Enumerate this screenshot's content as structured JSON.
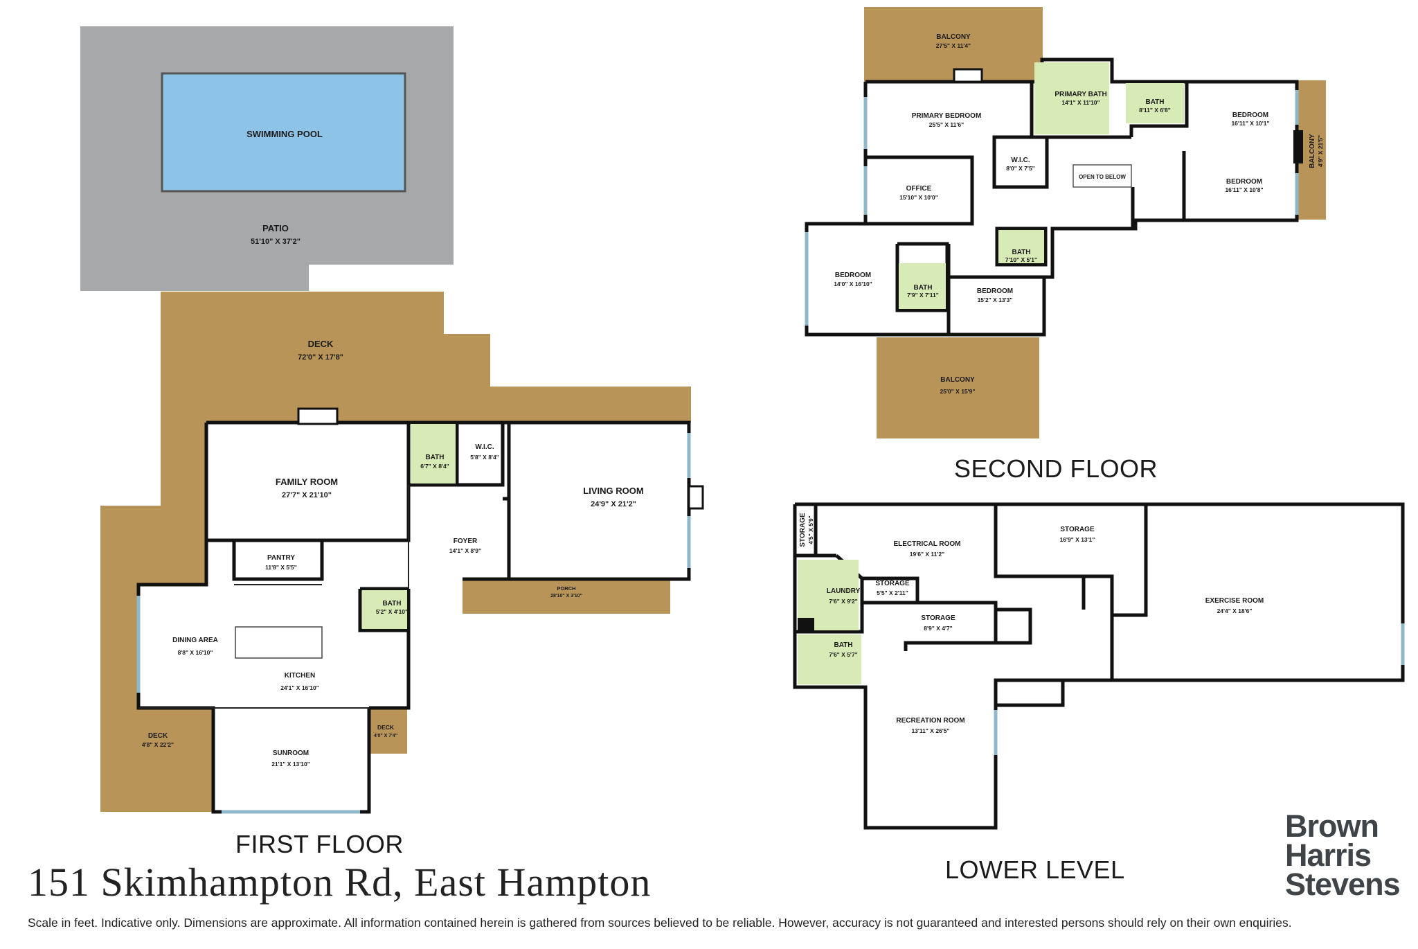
{
  "property": {
    "address": "151 Skimhampton Rd, East Hampton",
    "disclaimer": "Scale in feet. Indicative only. Dimensions are approximate. All information contained herein is gathered from sources believed to be reliable. However, accuracy is not guaranteed and interested persons should rely on their own enquiries."
  },
  "brand": {
    "line1": "Brown",
    "line2": "Harris",
    "line3": "Stevens"
  },
  "floors": {
    "first": "FIRST FLOOR",
    "second": "SECOND FLOOR",
    "lower": "LOWER LEVEL"
  },
  "colors": {
    "deck": "#b89458",
    "patio": "#a6a8aa",
    "pool": "#8ec3e8",
    "bath": "#d8eab5",
    "wall": "#111111",
    "window": "#8fb8c9"
  },
  "first_floor": {
    "pool": {
      "name": "SWIMMING POOL"
    },
    "patio": {
      "name": "PATIO",
      "dim": "51'10\" X 37'2\""
    },
    "deck_main": {
      "name": "DECK",
      "dim": "72'0\" X 17'8\""
    },
    "family_room": {
      "name": "FAMILY ROOM",
      "dim": "27'7\" X 21'10\""
    },
    "bath": {
      "name": "BATH",
      "dim": "6'7\" X 8'4\""
    },
    "wic": {
      "name": "W.I.C.",
      "dim": "5'8\" X 8'4\""
    },
    "living_room": {
      "name": "LIVING ROOM",
      "dim": "24'9\" X 21'2\""
    },
    "foyer": {
      "name": "FOYER",
      "dim": "14'1\" X 8'9\""
    },
    "pantry": {
      "name": "PANTRY",
      "dim": "11'8\" X 5'5\""
    },
    "porch": {
      "name": "PORCH",
      "dim": "28'10\" X 3'10\""
    },
    "bath2": {
      "name": "BATH",
      "dim": "5'2\" X 4'10\""
    },
    "dining": {
      "name": "DINING AREA",
      "dim": "8'8\" X 16'10\""
    },
    "kitchen": {
      "name": "KITCHEN",
      "dim": "24'1\" X 16'10\""
    },
    "deck_side": {
      "name": "DECK",
      "dim": "4'8\" X 22'2\""
    },
    "sunroom": {
      "name": "SUNROOM",
      "dim": "21'1\" X 13'10\""
    },
    "deck_small": {
      "name": "DECK",
      "dim": "4'0\" X 7'4\""
    }
  },
  "second_floor": {
    "balcony_top": {
      "name": "BALCONY",
      "dim": "27'5\" X 11'4\""
    },
    "primary_bath": {
      "name": "PRIMARY BATH",
      "dim": "14'1\" X 11'10\""
    },
    "bath_a": {
      "name": "BATH",
      "dim": "8'11\" X 6'8\""
    },
    "bedroom_ne": {
      "name": "BEDROOM",
      "dim": "16'11\" X 10'1\""
    },
    "primary_bedroom": {
      "name": "PRIMARY BEDROOM",
      "dim": "25'5\" X 11'6\""
    },
    "wic": {
      "name": "W.I.C.",
      "dim": "8'0\" X 7'5\""
    },
    "open_below": {
      "name": "OPEN TO BELOW"
    },
    "balcony_side": {
      "name": "BALCONY",
      "dim": "4'9\" X 21'5\""
    },
    "office": {
      "name": "OFFICE",
      "dim": "15'10\" X 10'0\""
    },
    "bedroom_e": {
      "name": "BEDROOM",
      "dim": "16'11\" X 10'8\""
    },
    "bath_b": {
      "name": "BATH",
      "dim": "7'10\" X 5'1\""
    },
    "bedroom_w": {
      "name": "BEDROOM",
      "dim": "14'0\" X 16'10\""
    },
    "bath_c": {
      "name": "BATH",
      "dim": "7'9\" X 7'11\""
    },
    "bedroom_s": {
      "name": "BEDROOM",
      "dim": "15'2\" X 13'3\""
    },
    "balcony_bottom": {
      "name": "BALCONY",
      "dim": "25'0\" X 15'9\""
    }
  },
  "lower_level": {
    "storage_small": {
      "name": "STORAGE",
      "dim": "4'5\" X 5'9\""
    },
    "electrical": {
      "name": "ELECTRICAL ROOM",
      "dim": "19'6\" X 11'2\""
    },
    "storage_ne": {
      "name": "STORAGE",
      "dim": "16'9\" X 13'1\""
    },
    "laundry": {
      "name": "LAUNDRY",
      "dim": "7'6\" X 9'2\""
    },
    "storage_mid": {
      "name": "STORAGE",
      "dim": "5'5\" X 2'11\""
    },
    "storage_c": {
      "name": "STORAGE",
      "dim": "8'9\" X 4'7\""
    },
    "exercise": {
      "name": "EXERCISE ROOM",
      "dim": "24'4\" X 18'6\""
    },
    "bath": {
      "name": "BATH",
      "dim": "7'6\" X 5'7\""
    },
    "recreation": {
      "name": "RECREATION ROOM",
      "dim": "13'11\" X 26'5\""
    }
  }
}
